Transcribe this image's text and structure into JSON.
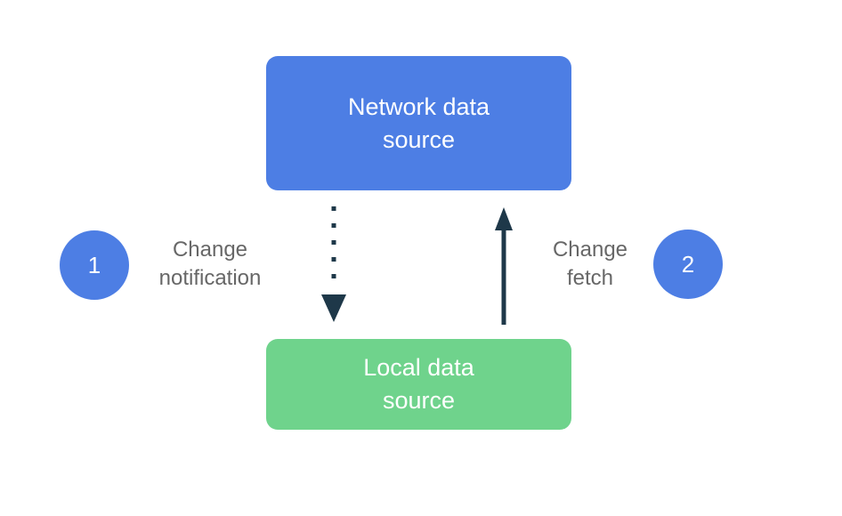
{
  "diagram": {
    "colors": {
      "node_blue": "#4d7ee4",
      "node_green": "#6fd38c",
      "badge_blue": "#4d7ee4",
      "arrow_dark": "#1e3849",
      "label_gray": "#676767",
      "node_text": "#ffffff",
      "background": "#ffffff"
    },
    "nodes": {
      "network": {
        "lines": [
          "Network data",
          "source"
        ]
      },
      "local": {
        "lines": [
          "Local data",
          "source"
        ]
      }
    },
    "steps": [
      {
        "number": "1",
        "lines": [
          "Change",
          "notification"
        ]
      },
      {
        "number": "2",
        "lines": [
          "Change",
          "fetch"
        ]
      }
    ],
    "arrows": [
      {
        "name": "change-notification",
        "style": "dotted",
        "direction": "down"
      },
      {
        "name": "change-fetch",
        "style": "solid",
        "direction": "up"
      }
    ]
  }
}
